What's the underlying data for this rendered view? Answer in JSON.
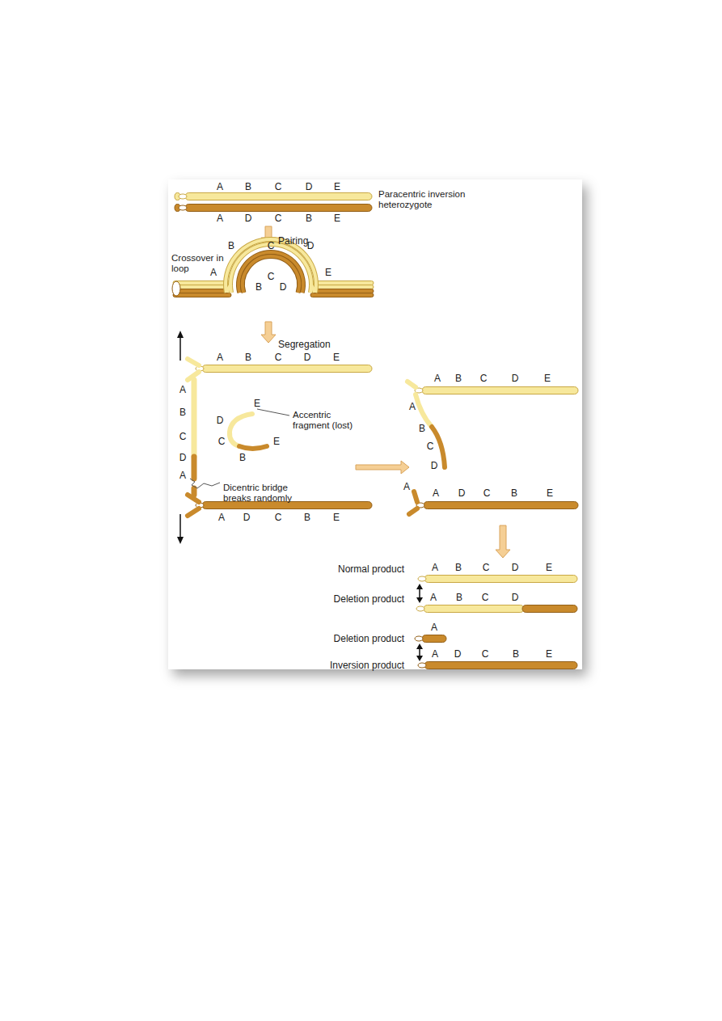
{
  "diagram": {
    "labels": [
      "A",
      "B",
      "C",
      "D",
      "E",
      "Paracentric inversion heterozygote",
      "A",
      "D",
      "C",
      "B",
      "E",
      "Pairing",
      "Crossover in loop",
      "C",
      "B",
      "D",
      "A",
      "E",
      "C",
      "B",
      "D",
      "Segregation",
      "A",
      "B",
      "C",
      "D",
      "E",
      "A",
      "B",
      "C",
      "D",
      "A",
      "E",
      "D",
      "C",
      "B",
      "E",
      "Accentric fragment (lost)",
      "Dicentric bridge breaks randomly",
      "A",
      "D",
      "C",
      "B",
      "E",
      "A",
      "B",
      "C",
      "D",
      "E",
      "A",
      "B",
      "C",
      "D",
      "A",
      "A",
      "D",
      "C",
      "B",
      "E",
      "Normal product",
      "A",
      "B",
      "C",
      "D",
      "E",
      "Deletion product",
      "A",
      "B",
      "C",
      "D",
      "Deletion product",
      "A",
      "Inversion product",
      "A",
      "D",
      "C",
      "B",
      "E"
    ]
  }
}
